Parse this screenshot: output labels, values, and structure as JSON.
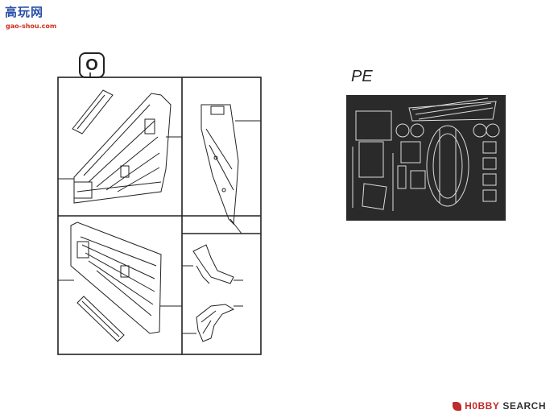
{
  "watermark": {
    "title": "高玩网",
    "domain": "gao-shou.com"
  },
  "sprue": {
    "label": "O"
  },
  "photo_etch": {
    "label": "PE"
  },
  "hobby_search": {
    "logo_text": "H0BBY",
    "text": "SEARCH",
    "icon": "bird-logo-icon"
  }
}
